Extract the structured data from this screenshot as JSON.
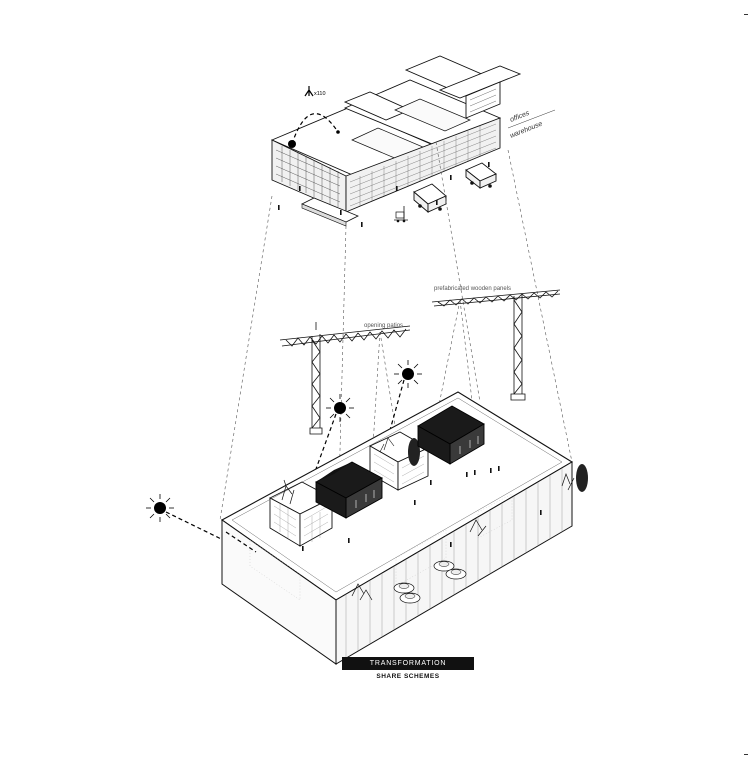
{
  "annotations": {
    "offices": "offices",
    "warehouse": "warehouse",
    "multiplier": "x110",
    "opening_patios": "opening patios",
    "prefab_panels": "prefabricated wooden panels"
  },
  "caption": {
    "title": "TRANSFORMATION",
    "subtitle": "SHARE SCHEMES"
  }
}
